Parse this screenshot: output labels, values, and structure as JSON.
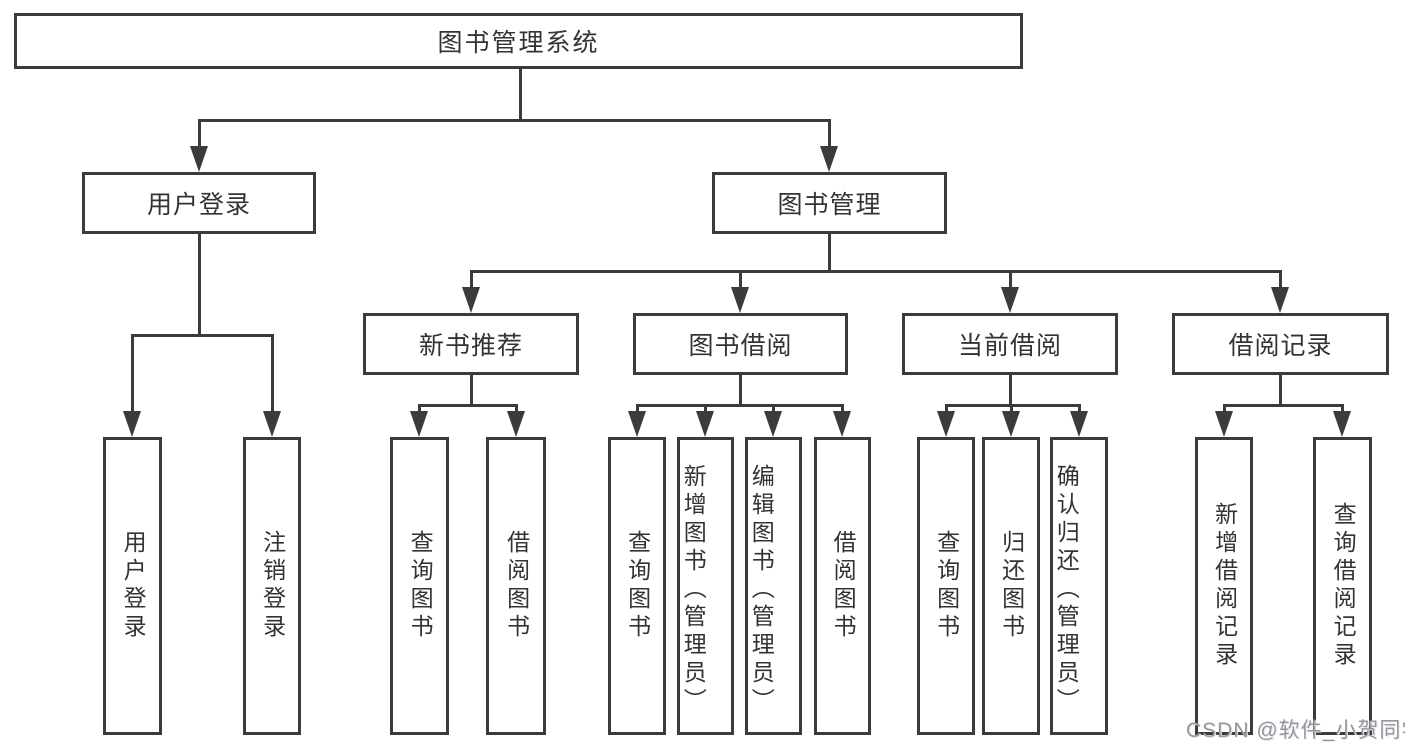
{
  "diagram": {
    "root": "图书管理系统",
    "level2": [
      "用户登录",
      "图书管理"
    ],
    "level3": [
      "新书推荐",
      "图书借阅",
      "当前借阅",
      "借阅记录"
    ],
    "leaves": [
      "用户登录",
      "注销登录",
      "查询图书",
      "借阅图书",
      "查询图书",
      "新增图书（管理员）",
      "编辑图书（管理员）",
      "借阅图书",
      "查询图书",
      "归还图书",
      "确认归还（管理员）",
      "新增借阅记录",
      "查询借阅记录"
    ]
  },
  "watermark": {
    "text": "CSDN @软件_小贺同学"
  },
  "colors": {
    "line": "#3b3b3b",
    "text": "#333333",
    "background": "#ffffff",
    "watermark": "#94979e"
  }
}
